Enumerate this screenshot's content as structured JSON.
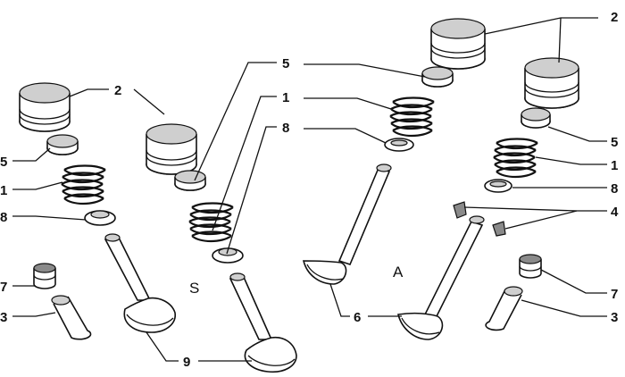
{
  "callouts": {
    "l2_left": "2",
    "l5_left": "5",
    "l1_left": "1",
    "l8_left": "8",
    "l7_left": "7",
    "l3_left": "3",
    "l5_mid": "5",
    "l1_mid": "1",
    "l8_mid": "8",
    "l9": "9",
    "l6": "6",
    "l2_right": "2",
    "l5_right": "5",
    "l1_right": "1",
    "l8_right": "8",
    "l4_right": "4",
    "l7_right": "7",
    "l3_right": "3"
  },
  "groups": {
    "exhaust": "S",
    "intake": "A"
  }
}
